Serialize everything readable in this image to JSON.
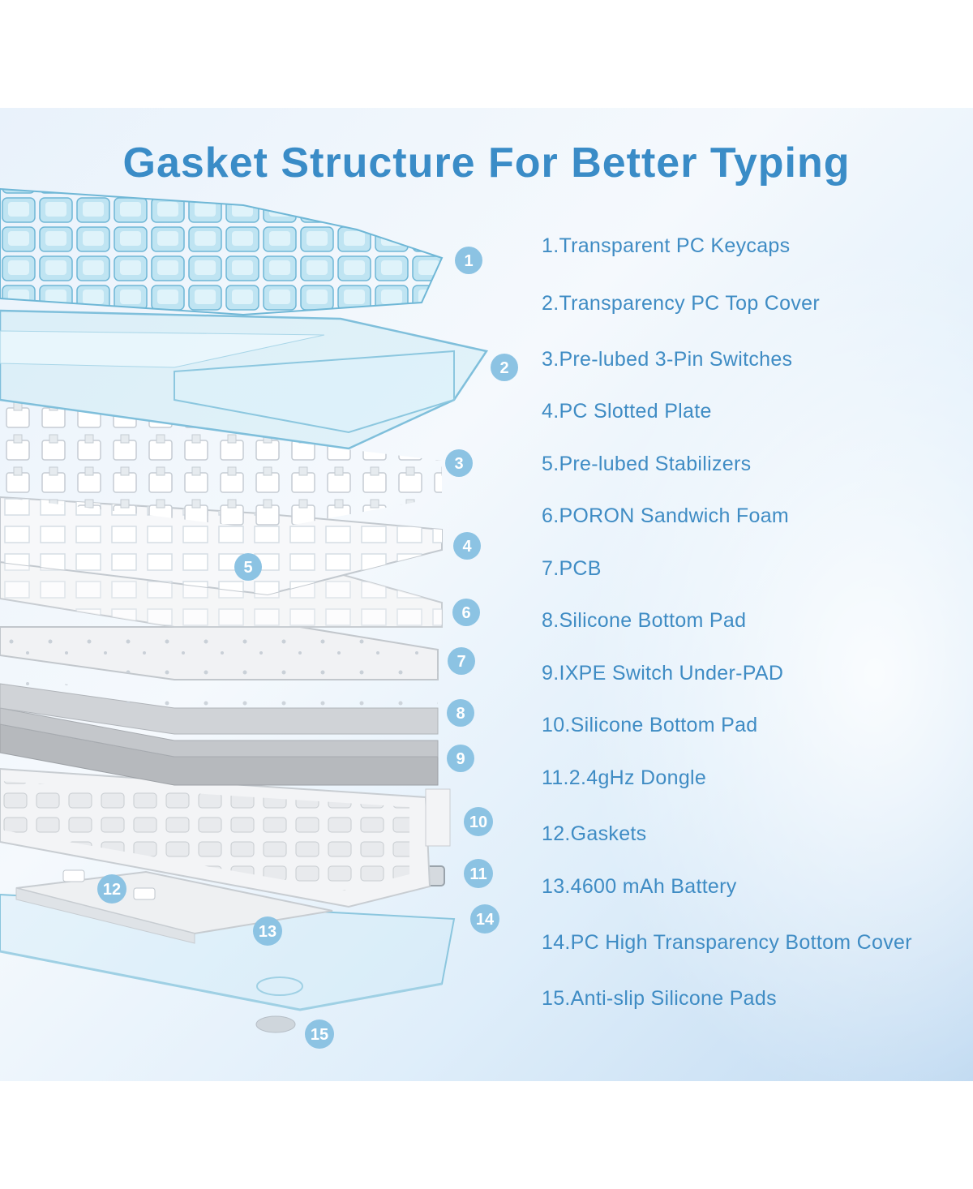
{
  "title": "Gasket Structure For Better Typing",
  "colors": {
    "accent": "#3a8cc7",
    "badge": "#8cc3e3",
    "keycap": "#a6d8ec"
  },
  "features": [
    "1.Transparent PC Keycaps",
    "2.Transparency PC Top Cover",
    "3.Pre-lubed 3-Pin Switches",
    "4.PC Slotted Plate",
    "5.Pre-lubed Stabilizers",
    "6.PORON Sandwich Foam",
    "7.PCB",
    "8.Silicone Bottom Pad",
    "9.IXPE Switch Under-PAD",
    "10.Silicone Bottom Pad",
    "11.2.4gHz Dongle",
    "12.Gaskets",
    "13.4600 mAh Battery",
    "14.PC High Transparency Bottom Cover",
    "15.Anti-slip Silicone Pads"
  ],
  "badges": [
    "1",
    "2",
    "3",
    "4",
    "5",
    "6",
    "7",
    "8",
    "9",
    "10",
    "11",
    "12",
    "13",
    "14",
    "15"
  ]
}
